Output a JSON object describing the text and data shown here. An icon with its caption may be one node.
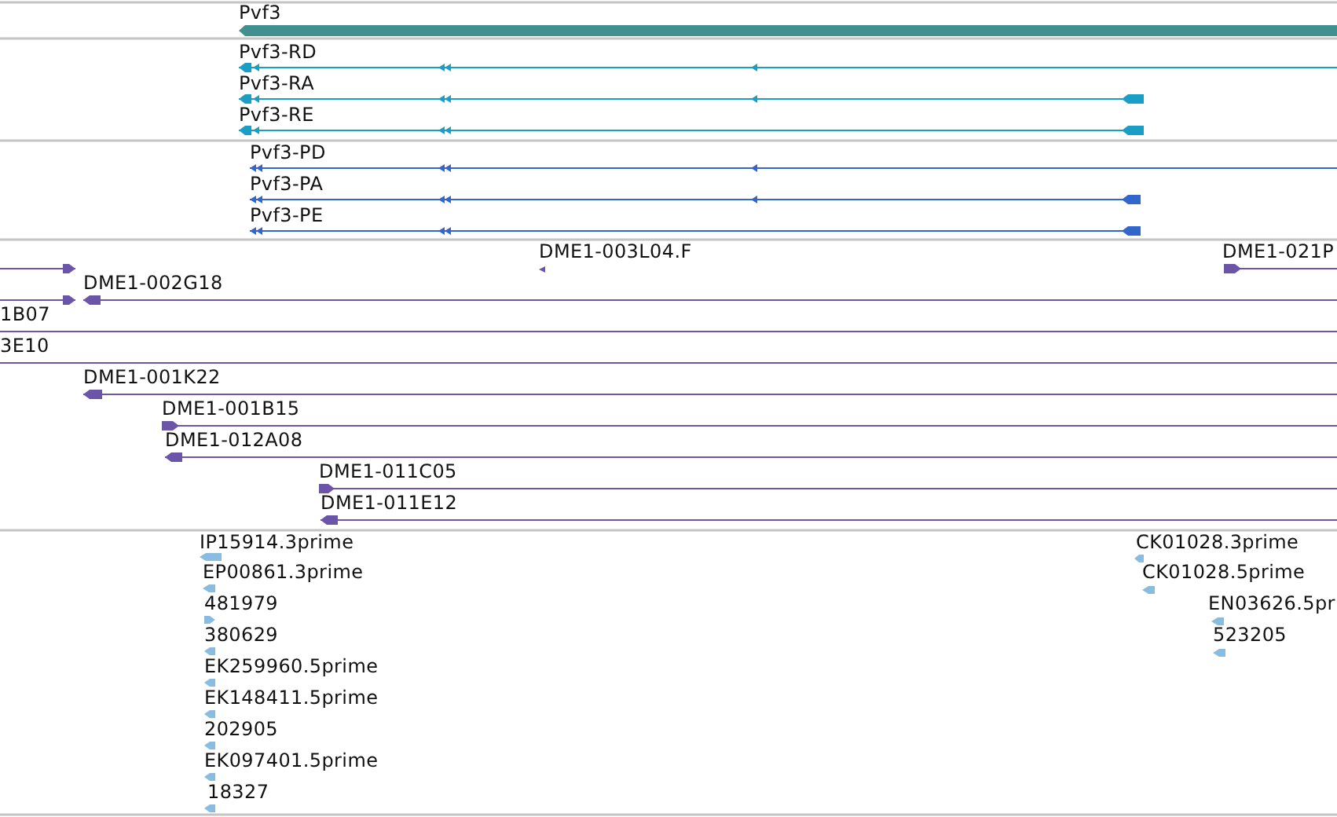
{
  "diagram": {
    "nodes": [
      {
        "text": [
          "Pvf3"
        ]
      },
      {
        "text": [
          "Pvf3-RD"
        ]
      },
      {
        "text": [
          "Pvf3-RA"
        ]
      },
      {
        "text": [
          "Pvf3-RE"
        ]
      },
      {
        "text": [
          "Pvf3-PD"
        ]
      },
      {
        "text": [
          "Pvf3-PA"
        ]
      },
      {
        "text": [
          "Pvf3-PE"
        ]
      },
      {
        "text": [],
        "shape": "bar"
      },
      {
        "text": [
          "DME1-003L04.F"
        ]
      },
      {
        "text": [
          "DME1-021P"
        ]
      },
      {
        "text": [],
        "shape": "bar"
      },
      {
        "text": [
          "DME1-002G18"
        ]
      },
      {
        "text": [
          "1B07"
        ]
      },
      {
        "text": [
          "3E10"
        ]
      },
      {
        "text": [
          "DME1-001K22"
        ]
      },
      {
        "text": [
          "DME1-001B15"
        ]
      },
      {
        "text": [
          "DME1-012A08"
        ]
      },
      {
        "text": [
          "DME1-011C05"
        ]
      },
      {
        "text": [
          "DME1-011E12"
        ]
      },
      {
        "text": [
          "IP15914.3prime"
        ]
      },
      {
        "text": [
          "CK01028.3prime"
        ]
      },
      {
        "text": [
          "EP00861.3prime"
        ]
      },
      {
        "text": [
          "CK01028.5prime"
        ]
      },
      {
        "text": [
          "481979"
        ]
      },
      {
        "text": [
          "EN03626.5pr"
        ]
      },
      {
        "text": [
          "380629"
        ]
      },
      {
        "text": [
          "523205"
        ]
      },
      {
        "text": [
          "EK259960.5prime"
        ]
      },
      {
        "text": [
          "EK148411.5prime"
        ]
      },
      {
        "text": [
          "202905"
        ]
      },
      {
        "text": [
          "EK097401.5prime"
        ]
      },
      {
        "text": [
          "18327"
        ]
      }
    ]
  }
}
